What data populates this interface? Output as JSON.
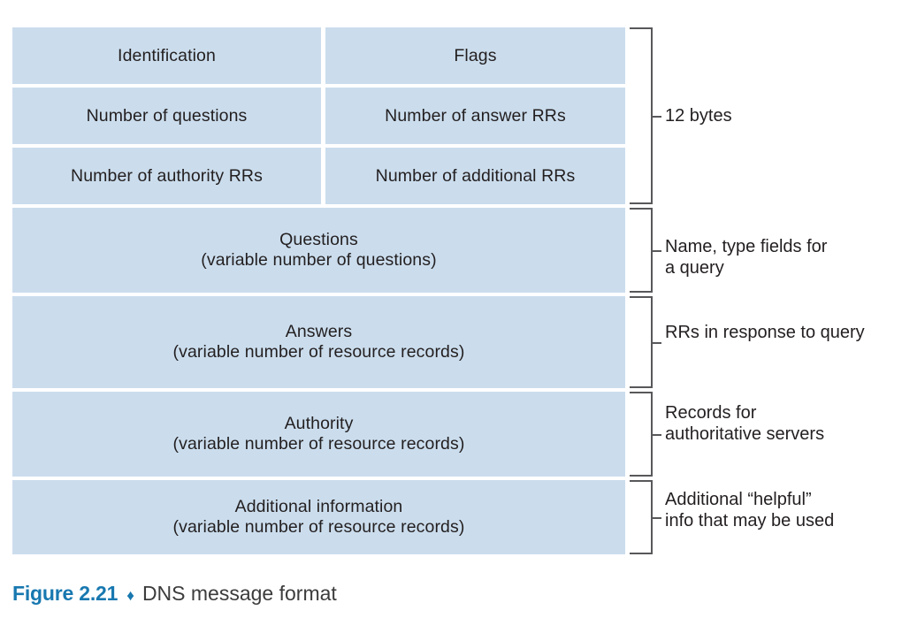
{
  "figure": {
    "caption_label": "Figure 2.21",
    "caption_separator": "♦",
    "caption_title": "DNS message format",
    "accent_color": "#1878b0",
    "field_fill_color": "#cbdded",
    "bracket_color": "#58585b",
    "text_color": "#231f20"
  },
  "message": {
    "header_rows": [
      {
        "left": "Identification",
        "right": "Flags"
      },
      {
        "left": "Number of questions",
        "right": "Number of answer RRs"
      },
      {
        "left": "Number of authority RRs",
        "right": "Number of additional RRs"
      }
    ],
    "section_rows": [
      {
        "title": "Questions",
        "subtitle": "(variable number of questions)"
      },
      {
        "title": "Answers",
        "subtitle": "(variable number of resource records)"
      },
      {
        "title": "Authority",
        "subtitle": "(variable number of resource records)"
      },
      {
        "title": "Additional information",
        "subtitle": "(variable number of resource records)"
      }
    ]
  },
  "annotations": [
    {
      "line1": "12 bytes",
      "line2": ""
    },
    {
      "line1": "Name, type fields for",
      "line2": "a query"
    },
    {
      "line1": "RRs in response to query",
      "line2": ""
    },
    {
      "line1": "Records for",
      "line2": "authoritative servers"
    },
    {
      "line1": "Additional “helpful”",
      "line2": "info that may be used"
    }
  ]
}
